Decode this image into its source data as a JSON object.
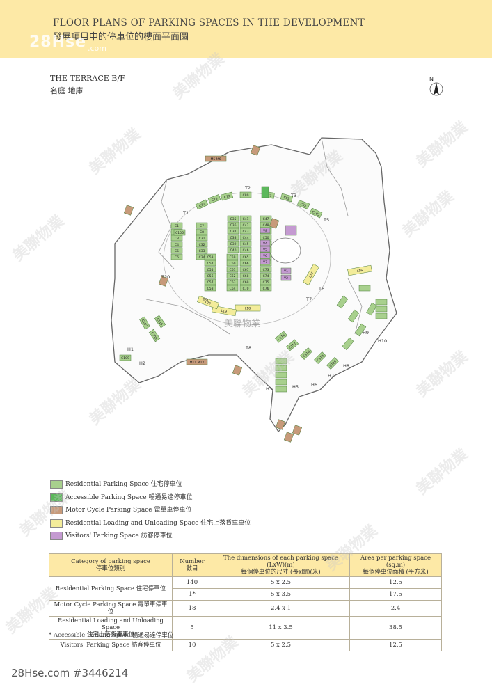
{
  "header": {
    "title_en": "FLOOR PLANS OF PARKING SPACES IN THE DEVELOPMENT",
    "title_zh": "發展項目中的停車位的樓面平面圖",
    "watermark_logo": "28Hse",
    "watermark_sub": ".com"
  },
  "plan": {
    "title_en": "THE TERRACE  B/F",
    "title_zh": "名庭  地庫",
    "north_label": "N",
    "watermark": "美聯物業",
    "tower_labels": [
      "T1",
      "T2",
      "T3",
      "T5",
      "T6",
      "T7",
      "T8",
      "T9",
      "T10",
      "H1",
      "H2",
      "H3",
      "H5",
      "H6",
      "H7",
      "H8",
      "H9",
      "H10"
    ],
    "motorcycle_labels": [
      "M5",
      "M6",
      "M11",
      "M12"
    ],
    "loading_labels": [
      "L16",
      "L17",
      "L18",
      "L19",
      "L20"
    ],
    "visitor_labels": [
      "V1",
      "V2",
      "V4",
      "V5",
      "V6",
      "V7",
      "V8"
    ],
    "residential_labels": [
      "C1",
      "C2",
      "C3",
      "C4",
      "C5",
      "C6",
      "C7",
      "C8",
      "C31",
      "C32",
      "C33",
      "C34",
      "C35",
      "C36",
      "C37",
      "C38",
      "C39",
      "C40",
      "C41",
      "C42",
      "C43",
      "C44",
      "C45",
      "C46",
      "C47",
      "C48",
      "C49",
      "C50",
      "C51",
      "C52",
      "C53",
      "C54",
      "C55",
      "C56",
      "C57",
      "C58",
      "C59",
      "C60",
      "C61",
      "C62",
      "C63",
      "C64",
      "C65",
      "C66",
      "C67",
      "C68",
      "C69",
      "C70",
      "C71",
      "C72",
      "C73",
      "C74",
      "C75",
      "C76",
      "C77",
      "C78",
      "C79",
      "C80",
      "C81",
      "C82",
      "C83",
      "C105",
      "C106",
      "C107",
      "C108",
      "C109",
      "C115",
      "C116",
      "C117",
      "C118",
      "C119",
      "C120"
    ]
  },
  "legend": [
    {
      "label": "Residential Parking Space 住宅停車位",
      "color": "#a8d08d"
    },
    {
      "label": "Accessible Parking Space 暢通易達停車位",
      "color": "#5cb85c"
    },
    {
      "label": "Motor Cycle Parking Space 電單車停車位",
      "color": "#c79a7a"
    },
    {
      "label": "Residential Loading and Unloading Space 住宅上落貨車車位",
      "color": "#f3ec9a"
    },
    {
      "label": "Visitors' Parking Space 訪客停車位",
      "color": "#c49ad1"
    }
  ],
  "table": {
    "headers": [
      "Category of parking space\n停車位類別",
      "Number\n數目",
      "The dimensions of each parking space (LxW)(m)\n每個停車位的尺寸 (長x闊)(米)",
      "Area per parking space (sq.m)\n每個停車位面積 (平方米)"
    ],
    "rows": [
      {
        "category": "Residential Parking Space 住宅停車位",
        "number": "140",
        "dim": "5 x 2.5",
        "area": "12.5"
      },
      {
        "category": "",
        "number": "1*",
        "dim": "5 x 3.5",
        "area": "17.5"
      },
      {
        "category": "Motor Cycle Parking Space 電單車停車位",
        "number": "18",
        "dim": "2.4 x 1",
        "area": "2.4"
      },
      {
        "category": "Residential Loading and Unloading Space\n住宅上落貨車車位",
        "number": "5",
        "dim": "11 x 3.5",
        "area": "38.5"
      },
      {
        "category": "Visitors' Parking Space 訪客停車位",
        "number": "10",
        "dim": "5 x 2.5",
        "area": "12.5"
      }
    ],
    "note": "* Accessible Parking Space 暢通易達停車位"
  },
  "footer": {
    "text": "28Hse.com #3446214"
  },
  "watermarks": [
    "美聯物業",
    "美聯物業",
    "美聯物業",
    "美聯物業",
    "美聯物業",
    "美聯物業",
    "美聯物業",
    "美聯物業"
  ]
}
